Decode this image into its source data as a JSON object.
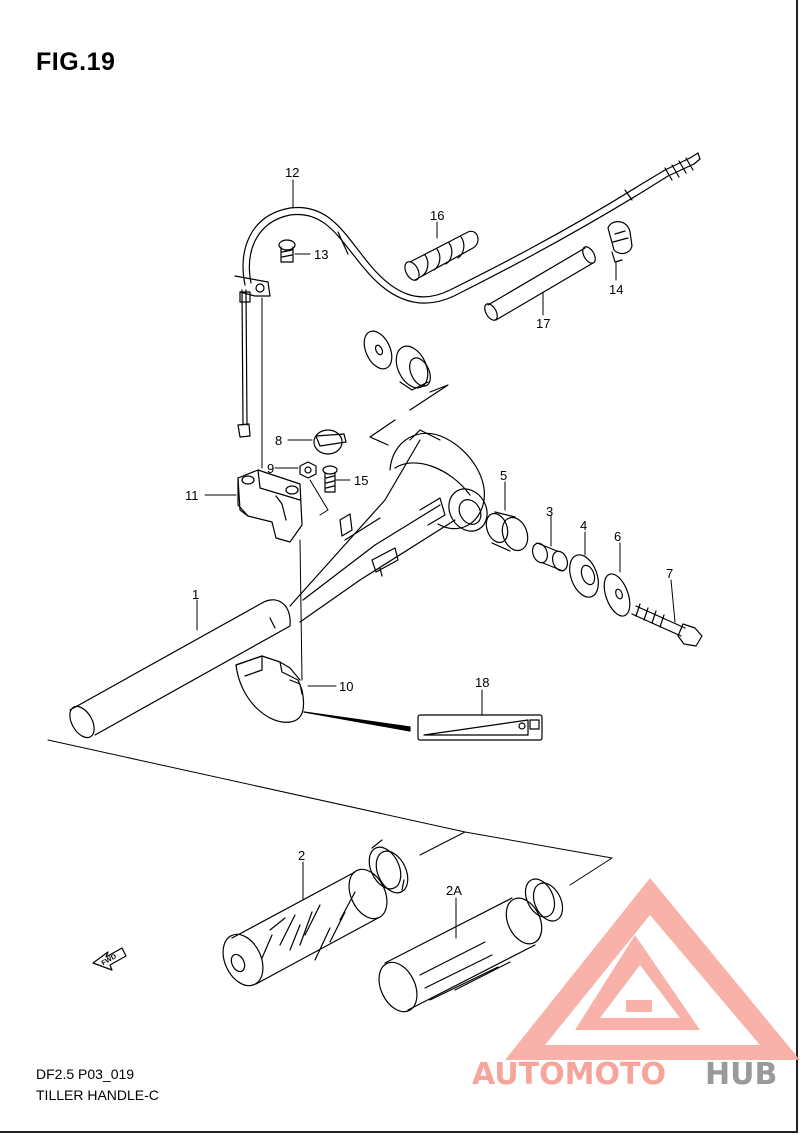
{
  "figure": {
    "title": "FIG.19",
    "model_code": "DF2.5 P03_019",
    "assembly_name": "TILLER HANDLE-C"
  },
  "callouts": [
    "12",
    "13",
    "16",
    "14",
    "17",
    "8",
    "9",
    "15",
    "11",
    "5",
    "3",
    "4",
    "6",
    "7",
    "1",
    "10",
    "18",
    "2",
    "2A"
  ],
  "direction_tag": "FWD",
  "watermark": {
    "part1": "AUTOMOTO",
    "part2": "HUB",
    "color_primary": "#f7a59a",
    "color_secondary": "#9a9a9a"
  }
}
